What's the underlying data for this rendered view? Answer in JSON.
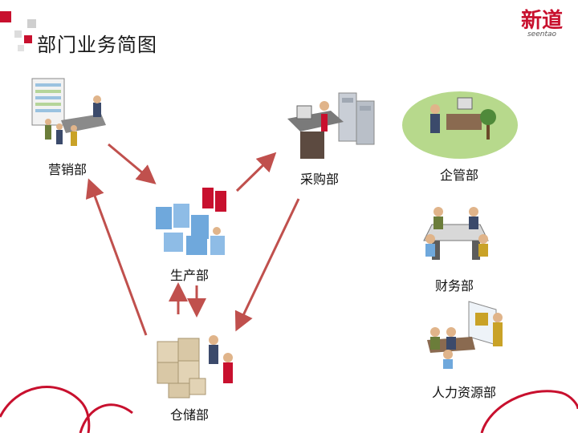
{
  "title": "部门业务简图",
  "logo": {
    "brand": "新道",
    "sub": "seentao"
  },
  "departments": {
    "marketing": "营销部",
    "purchasing": "采购部",
    "admin": "企管部",
    "production": "生产部",
    "finance": "财务部",
    "warehouse": "仓储部",
    "hr": "人力资源部"
  },
  "colors": {
    "accent_red": "#c8102e",
    "arrow_red": "#c0504d",
    "grey_square": "#cfcfcf"
  },
  "icons": {
    "marketing": "office-presentation-icon",
    "purchasing": "office-desk-icon",
    "admin": "manager-desk-icon",
    "production": "factory-machines-icon",
    "finance": "accounting-team-icon",
    "warehouse": "warehouse-boxes-icon",
    "hr": "training-meeting-icon"
  }
}
